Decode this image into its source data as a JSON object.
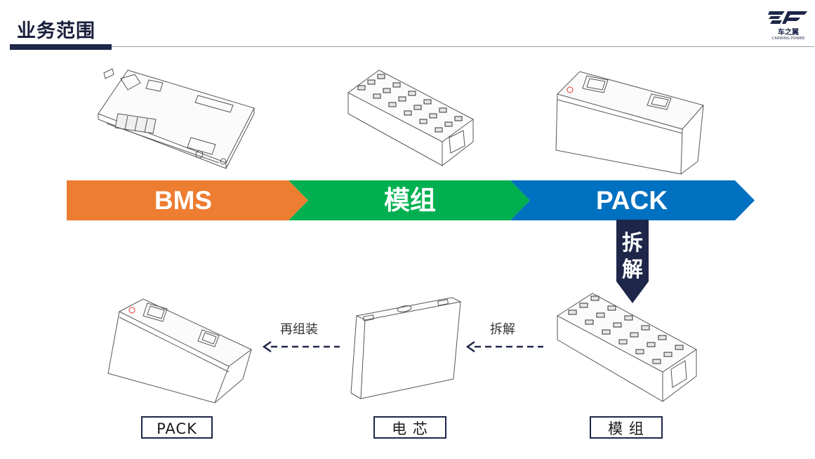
{
  "header": {
    "title": "业务范围"
  },
  "logo": {
    "name": "车之翼",
    "subtitle": "CARWING POWER"
  },
  "flow": {
    "segments": [
      {
        "label": "BMS",
        "color": "#ED7D31"
      },
      {
        "label": "模组",
        "color": "#00B050"
      },
      {
        "label": "PACK",
        "color": "#0070C0"
      }
    ],
    "disassemble_label": "拆解",
    "disassemble_color": "#1E2749"
  },
  "recycle": {
    "step_right": "拆解",
    "step_left": "再组装",
    "items": [
      {
        "label": "PACK"
      },
      {
        "label": "电 芯"
      },
      {
        "label": "模 组"
      }
    ]
  }
}
